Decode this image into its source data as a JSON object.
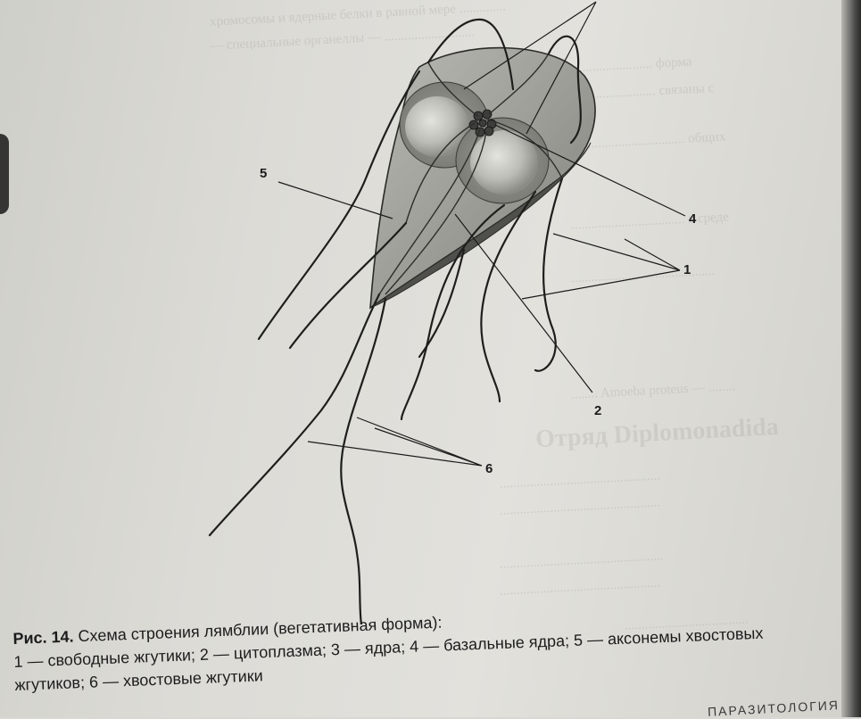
{
  "figure": {
    "labels": {
      "l1": "1",
      "l2": "2",
      "l4": "4",
      "l5": "5",
      "l6": "6"
    }
  },
  "caption": {
    "label": "Рис. 14.",
    "title": "Схема строения лямблии (вегетативная форма):",
    "line2": "1 — свободные жгутики; 2 — цитоплазма; 3 — ядра; 4 — базальные ядра; 5 — аксонемы хвостовых",
    "line3": "жгутиков; 6 — хвостовые жгутики"
  },
  "footer": "ПАРАЗИТОЛОГИЯ",
  "bleed_through": {
    "heading": "Отряд Diplomonadida"
  },
  "colors": {
    "body_fill": "#a6a6a0",
    "body_dark": "#5e5e5a",
    "nucleus": "#cfcfca",
    "ink": "#1b1b1b"
  }
}
